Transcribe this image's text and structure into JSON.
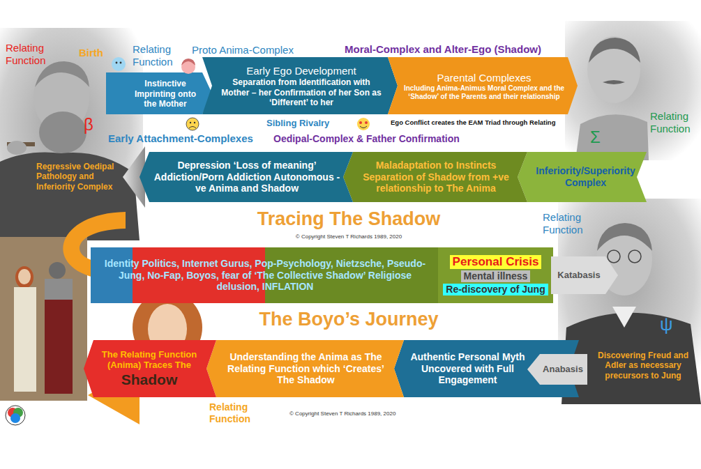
{
  "diagram": {
    "title": "Tracing The Shadow",
    "nodes": [
      {
        "text": [
          "Instinctive Imprinting onto the Mother"
        ]
      },
      {
        "text": [
          "Early Ego Development",
          "Separation from Identification with Mother – her Confirmation of her Son as ‘Different’ to her"
        ]
      },
      {
        "text": [
          "Parental Complexes",
          "Including Anima-Animus Moral Complex and the ‘Shadow’ of the Parents and their relationship"
        ]
      },
      {
        "text": [
          "Inferiority/Superiority Complex"
        ]
      },
      {
        "text": [
          "Maladaptation to Instincts Separation of Shadow from +ve relationship to The Anima"
        ]
      },
      {
        "text": [
          "Depression ‘Loss of meaning’ Addiction/Porn Addiction Autonomous -ve Anima and Shadow"
        ]
      },
      {
        "text": [
          "Identity Politics, Internet Gurus, Pop-Psychology, Nietzsche, Pseudo-Jung, No-Fap, Boyos, fear of ‘The Collective Shadow’ Religiose delusion, INFLATION"
        ]
      },
      {
        "text": [
          "Personal Crisis",
          "Mental illness",
          "Re-discovery of Jung"
        ]
      },
      {
        "text": [
          "Katabasis"
        ]
      },
      {
        "text": [
          "Anabasis"
        ]
      },
      {
        "text": [
          "Authentic Personal Myth Uncovered with Full Engagement"
        ]
      },
      {
        "text": [
          "Understanding the Anima as The Relating Function which ‘Creates’ The Shadow"
        ]
      },
      {
        "text": [
          "The Relating Function (Anima) Traces The",
          "Shadow"
        ]
      }
    ],
    "labels": [
      "Relating Function",
      "Birth",
      "Relating Function",
      "Proto Anima-Complex",
      "Moral-Complex and Alter-Ego (Shadow)",
      "β",
      "Sibling Rivalry",
      "Ego Conflict creates the EAM Triad through Relating",
      "Relating Function",
      "Σ",
      "Early Attachment-Complexes",
      "Oedipal-Complex & Father Confirmation",
      "Regressive Oedipal Pathology and Inferiority Complex",
      "© Copyright Steven T Richards 1989, 2020",
      "Relating Function",
      "The Boyo’s Journey",
      "ψ",
      "Discovering Freud and Adler as necessary precursors to Jung",
      "© Copyright Steven T Richards 1989, 2020",
      "Relating Function"
    ]
  }
}
